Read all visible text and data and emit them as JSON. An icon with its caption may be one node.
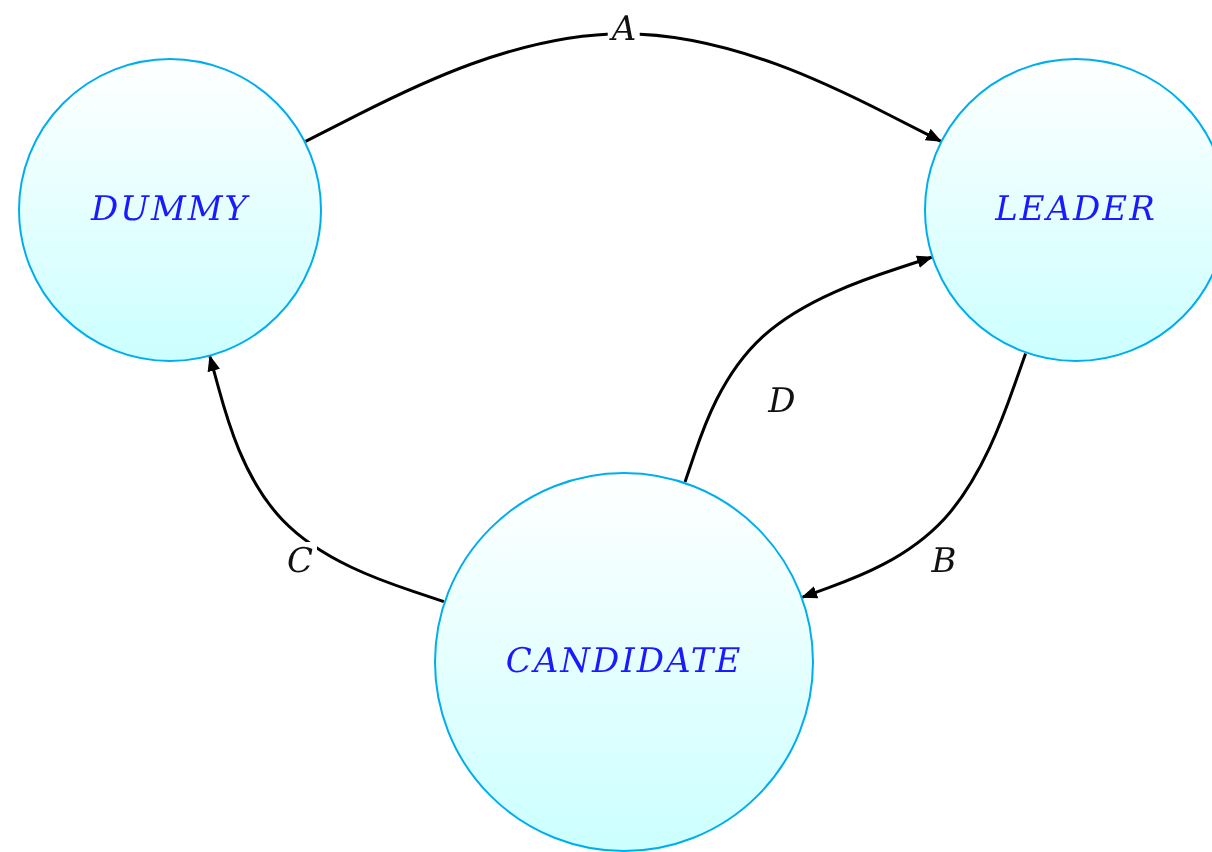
{
  "diagram": {
    "nodes": [
      {
        "text": [
          "DUMMY"
        ]
      },
      {
        "text": [
          "LEADER"
        ]
      },
      {
        "text": [
          "CANDIDATE"
        ]
      }
    ],
    "edges": [
      {
        "from": 0,
        "to": 1,
        "arrow": "to",
        "label": "A"
      },
      {
        "from": 1,
        "to": 2,
        "arrow": "to",
        "label": "B"
      },
      {
        "from": 2,
        "to": 0,
        "arrow": "to",
        "label": "C"
      },
      {
        "from": 2,
        "to": 1,
        "arrow": "to",
        "label": "D"
      }
    ]
  }
}
